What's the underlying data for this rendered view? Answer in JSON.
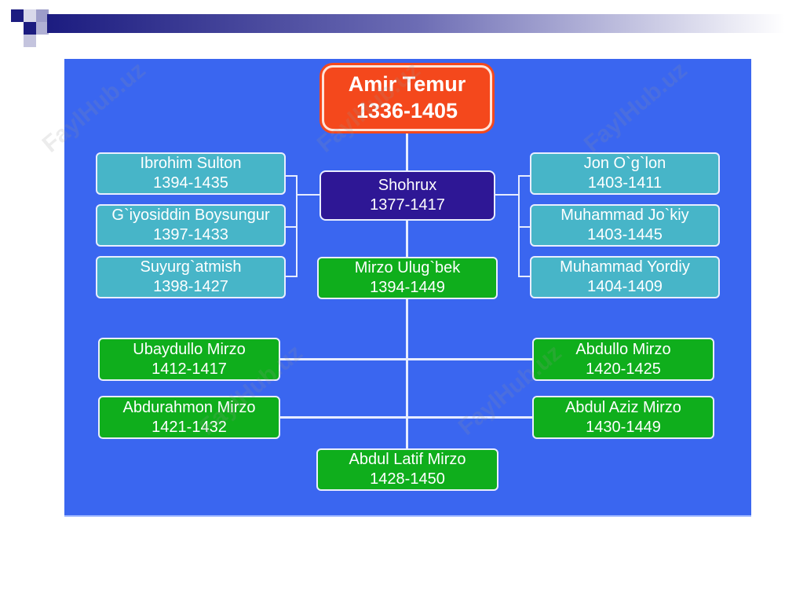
{
  "root": {
    "name": "Amir Temur",
    "dates": "1336-1405"
  },
  "shohrux": {
    "name": "Shohrux",
    "dates": "1377-1417"
  },
  "ulugbek": {
    "name": "Mirzo Ulug`bek",
    "dates": "1394-1449"
  },
  "left_sons": [
    {
      "name": "Ibrohim Sulton",
      "dates": "1394-1435"
    },
    {
      "name": "G`iyosiddin Boysungur",
      "dates": "1397-1433"
    },
    {
      "name": "Suyurg`atmish",
      "dates": "1398-1427"
    }
  ],
  "right_sons": [
    {
      "name": "Jon O`g`lon",
      "dates": "1403-1411"
    },
    {
      "name": "Muhammad Jo`kiy",
      "dates": "1403-1445"
    },
    {
      "name": "Muhammad Yordiy",
      "dates": "1404-1409"
    }
  ],
  "grandchildren_left": [
    {
      "name": "Ubaydullo Mirzo",
      "dates": "1412-1417"
    },
    {
      "name": "Abdurahmon Mirzo",
      "dates": "1421-1432"
    }
  ],
  "grandchildren_right": [
    {
      "name": "Abdullo Mirzo",
      "dates": "1420-1425"
    },
    {
      "name": "Abdul Aziz Mirzo",
      "dates": "1430-1449"
    }
  ],
  "bottom": {
    "name": "Abdul Latif Mirzo",
    "dates": "1428-1450"
  },
  "watermark": "FaylHub.uz",
  "colors": {
    "background": "#3a66f0",
    "root": "#f4481c",
    "shohrux": "#2e1795",
    "siblings": "#47b5c8",
    "descendants": "#0fae1c"
  }
}
